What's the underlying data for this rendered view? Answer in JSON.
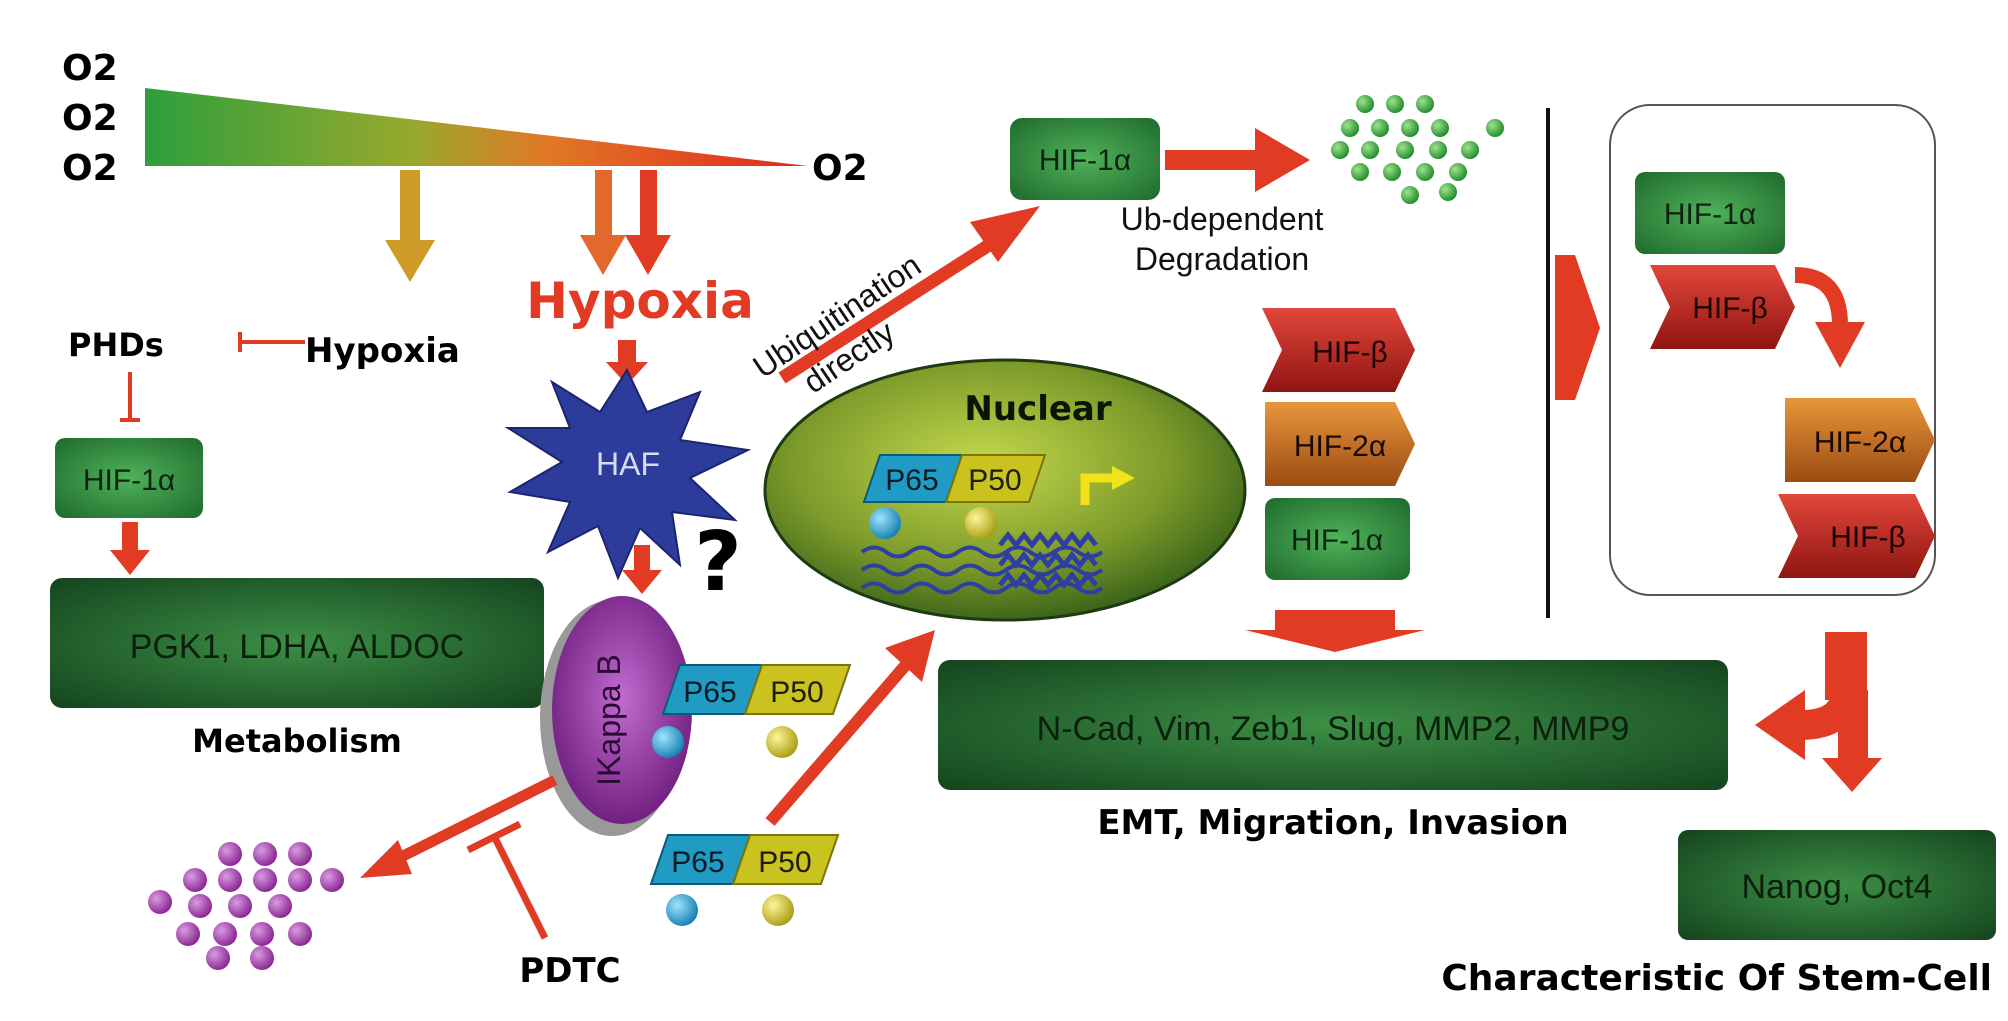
{
  "gradient": {
    "left_labels": [
      "O2",
      "O2",
      "O2"
    ],
    "right_label": "O2"
  },
  "left_pathway": {
    "phds": "PHDs",
    "hypoxia_small": "Hypoxia",
    "hif1a": "HIF-1α",
    "genes": "PGK1, LDHA, ALDOC",
    "metabolism": "Metabolism"
  },
  "center": {
    "hypoxia_big": "Hypoxia",
    "haf": "HAF",
    "question": "?",
    "ikappa": "IKappa B",
    "p65": "P65",
    "p50": "P50",
    "pdtc": "PDTC",
    "ubiq_line1": "Ubiquitination",
    "ubiq_line2": "directly"
  },
  "top_right": {
    "hif1a": "HIF-1α",
    "deg_line1": "Ub-dependent",
    "deg_line2": "Degradation"
  },
  "nuclear": {
    "title": "Nuclear",
    "p65": "P65",
    "p50": "P50"
  },
  "stack": {
    "hif_beta": "HIF-β",
    "hif2a": "HIF-2α",
    "hif1a": "HIF-1α"
  },
  "emt": {
    "genes": "N-Cad, Vim, Zeb1, Slug, MMP2, MMP9",
    "label": "EMT, Migration, Invasion"
  },
  "right_panel": {
    "hif1a": "HIF-1α",
    "hif_beta_1": "HIF-β",
    "hif2a": "HIF-2α",
    "hif_beta_2": "HIF-β"
  },
  "stem": {
    "genes": "Nanog, Oct4",
    "label": "Characteristic Of Stem-Cell"
  },
  "colors": {
    "arrow_red": "#e23b24",
    "arrow_gold": "#cf9b28",
    "arrow_orange": "#e2682c",
    "box_green": "#2b7a3a",
    "hif_beta_red": "#c8221f",
    "hif2a_orange": "#cf7322",
    "haf_blue": "#2d3b9a",
    "ikappa_purple": "#8a2a96",
    "p65_cyan": "#1f9bc4",
    "p50_yellow": "#c9c21f"
  }
}
